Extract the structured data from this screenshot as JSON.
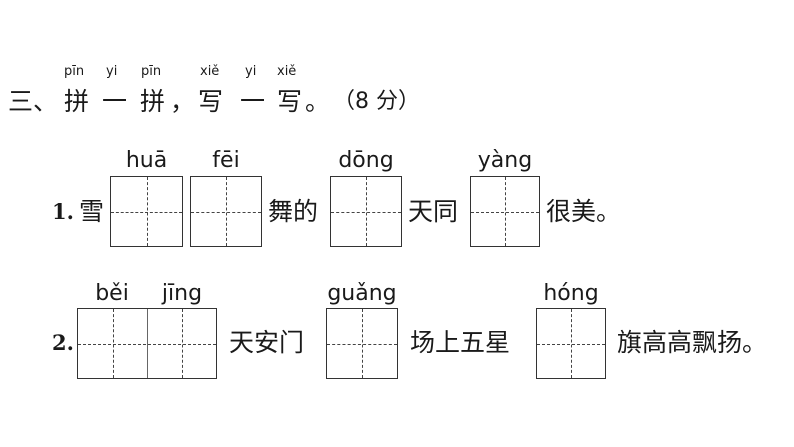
{
  "section": {
    "number": "三、",
    "chars": [
      "拼",
      "一",
      "拼",
      "，",
      "写",
      "一",
      "写",
      "。"
    ],
    "pinyin": [
      "pīn",
      "yi",
      "pīn",
      "xiě",
      "yi",
      "xiě"
    ],
    "score": "（8 分）"
  },
  "q1": {
    "number": "1.",
    "text": [
      "雪",
      "舞的",
      "天同",
      "很美。"
    ],
    "pinyin": [
      "huā",
      "fēi",
      "dōng",
      "yàng"
    ]
  },
  "q2": {
    "number": "2.",
    "text": [
      "天安门",
      "场上五星",
      "旗高高飘扬。"
    ],
    "pinyin": [
      "běi",
      "jīng",
      "guǎng",
      "hóng"
    ]
  }
}
